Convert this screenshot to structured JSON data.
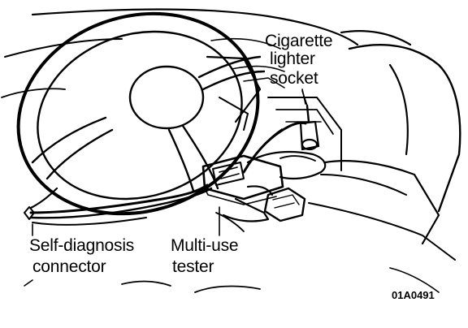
{
  "labels": {
    "cigarette_line1": "Cigarette",
    "cigarette_line2": "lighter",
    "cigarette_line3": "socket",
    "self_diag_line1": "Self-diagnosis",
    "self_diag_line2": "connector",
    "multi_use_line1": "Multi-use",
    "multi_use_line2": "tester"
  },
  "figure_code": "01A0491",
  "colors": {
    "ink": "#000000",
    "paper": "#ffffff"
  }
}
